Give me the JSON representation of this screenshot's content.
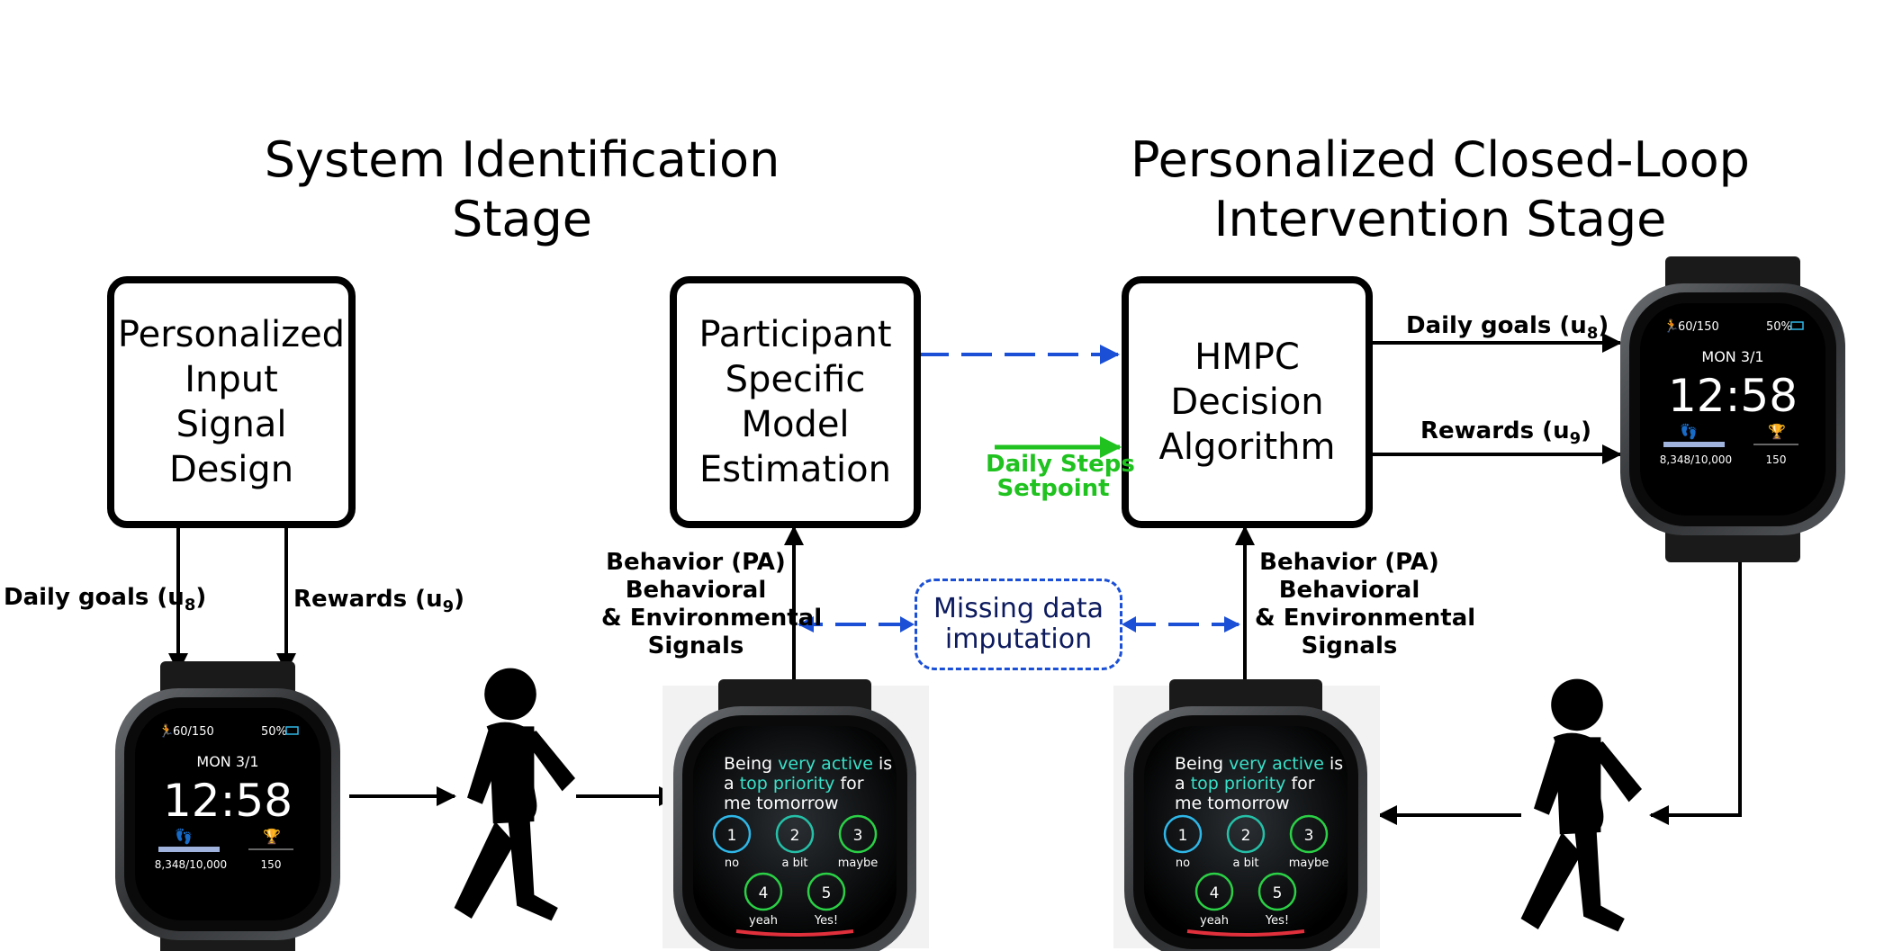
{
  "stages": {
    "left_title_line1": "System Identification",
    "left_title_line2": "Stage",
    "right_title_line1": "Personalized Closed-Loop",
    "right_title_line2": "Intervention Stage"
  },
  "boxes": {
    "input_design": [
      "Personalized",
      "Input",
      "Signal",
      "Design"
    ],
    "model_estimation": [
      "Participant",
      "Specific",
      "Model",
      "Estimation"
    ],
    "hmpc": [
      "HMPC",
      "Decision",
      "Algorithm"
    ]
  },
  "labels": {
    "daily_goals": "Daily goals (u",
    "daily_goals_sub": "8",
    "rewards": "Rewards (u",
    "rewards_sub": "9",
    "close_paren": ")",
    "behavior_lines": [
      "Behavior (PA)",
      "Behavioral",
      "& Environmental",
      "Signals"
    ],
    "setpoint_lines": [
      "Daily Steps",
      "Setpoint"
    ],
    "imputation_lines": [
      "Missing data",
      "imputation"
    ]
  },
  "watch_clock": {
    "steps_top": "60/150",
    "battery": "50%",
    "date": "MON 3/1",
    "time": "12:58",
    "steps": "8,348/10,000",
    "trophy_value": "150"
  },
  "watch_survey": {
    "line1_a": "Being ",
    "line1_b": "very active",
    "line1_c": " is",
    "line2_a": "a ",
    "line2_b": "top priority",
    "line2_c": " for",
    "line3": "me tomorrow",
    "options": [
      {
        "num": "1",
        "label": "no"
      },
      {
        "num": "2",
        "label": "a bit"
      },
      {
        "num": "3",
        "label": "maybe"
      },
      {
        "num": "4",
        "label": "yeah"
      },
      {
        "num": "5",
        "label": "Yes!"
      }
    ]
  },
  "colors": {
    "blue_dashed": "#1a4fd6",
    "green_setpoint": "#1fc21f",
    "survey_highlight": "#39e0c8",
    "option_blue": "#2fb7e8",
    "option_teal": "#25c0a8",
    "option_green": "#2bd046",
    "survey_bar": "#e0303c"
  }
}
